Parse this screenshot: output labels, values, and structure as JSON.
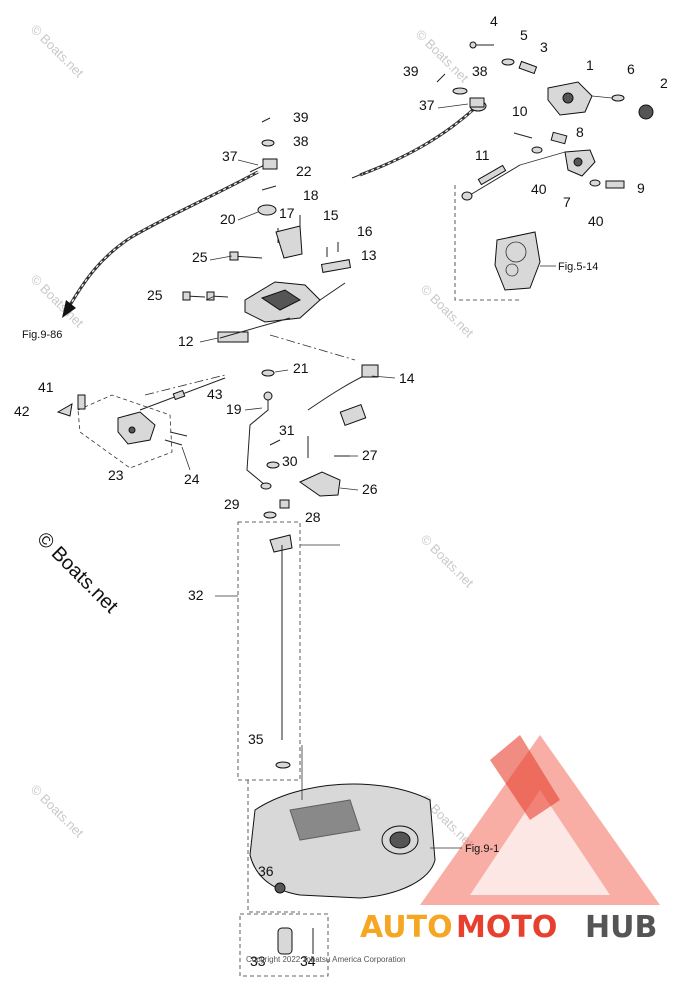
{
  "part_labels": [
    {
      "id": "p4",
      "text": "4"
    },
    {
      "id": "p5",
      "text": "5"
    },
    {
      "id": "p3",
      "text": "3"
    },
    {
      "id": "p1",
      "text": "1"
    },
    {
      "id": "p6",
      "text": "6"
    },
    {
      "id": "p2",
      "text": "2"
    },
    {
      "id": "p39a",
      "text": "39"
    },
    {
      "id": "p38a",
      "text": "38"
    },
    {
      "id": "p37a",
      "text": "37"
    },
    {
      "id": "p10",
      "text": "10"
    },
    {
      "id": "p8",
      "text": "8"
    },
    {
      "id": "p11",
      "text": "11"
    },
    {
      "id": "p40a",
      "text": "40"
    },
    {
      "id": "p7",
      "text": "7"
    },
    {
      "id": "p40b",
      "text": "40"
    },
    {
      "id": "p9",
      "text": "9"
    },
    {
      "id": "p39b",
      "text": "39"
    },
    {
      "id": "p38b",
      "text": "38"
    },
    {
      "id": "p37b",
      "text": "37"
    },
    {
      "id": "p22",
      "text": "22"
    },
    {
      "id": "p18",
      "text": "18"
    },
    {
      "id": "p20",
      "text": "20"
    },
    {
      "id": "p17",
      "text": "17"
    },
    {
      "id": "p15",
      "text": "15"
    },
    {
      "id": "p16",
      "text": "16"
    },
    {
      "id": "p13",
      "text": "13"
    },
    {
      "id": "p25a",
      "text": "25"
    },
    {
      "id": "p25b",
      "text": "25"
    },
    {
      "id": "p12",
      "text": "12"
    },
    {
      "id": "p21",
      "text": "21"
    },
    {
      "id": "p14",
      "text": "14"
    },
    {
      "id": "p41",
      "text": "41"
    },
    {
      "id": "p43",
      "text": "43"
    },
    {
      "id": "p42",
      "text": "42"
    },
    {
      "id": "p19",
      "text": "19"
    },
    {
      "id": "p31",
      "text": "31"
    },
    {
      "id": "p30",
      "text": "30"
    },
    {
      "id": "p27",
      "text": "27"
    },
    {
      "id": "p23",
      "text": "23"
    },
    {
      "id": "p24",
      "text": "24"
    },
    {
      "id": "p26",
      "text": "26"
    },
    {
      "id": "p29",
      "text": "29"
    },
    {
      "id": "p28",
      "text": "28"
    },
    {
      "id": "p32",
      "text": "32"
    },
    {
      "id": "p35",
      "text": "35"
    },
    {
      "id": "p36",
      "text": "36"
    },
    {
      "id": "p33",
      "text": "33"
    },
    {
      "id": "p34",
      "text": "34"
    }
  ],
  "figure_refs": {
    "fig_9_86": "Fig.9-86",
    "fig_5_14": "Fig.5-14",
    "fig_9_1": "Fig.9-1"
  },
  "watermarks": {
    "small": "© Boats.net",
    "large": "© Boats.net"
  },
  "copyright": "Copyright 2022 Tohatsu America Corporation",
  "logo": {
    "auto": "AUTO",
    "moto": "MOTO",
    "hub": "HUB",
    "color_orange": "#f5a623",
    "color_red": "#e8402f",
    "color_gray": "#555555"
  }
}
